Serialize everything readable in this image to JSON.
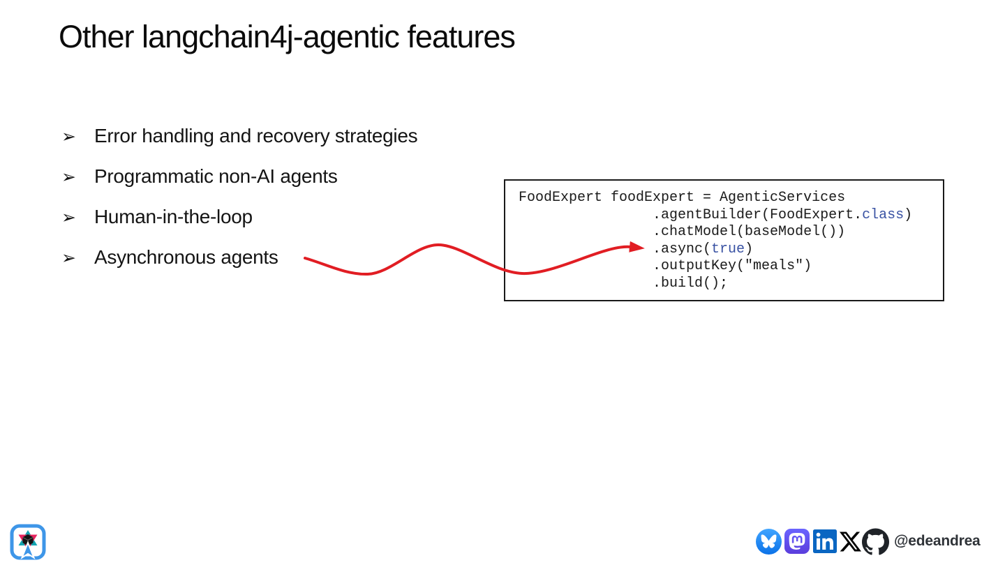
{
  "slide": {
    "title": "Other langchain4j-agentic features",
    "bullet_glyph": "➢",
    "bullets": [
      "Error handling and recovery strategies",
      "Programmatic non-AI agents",
      "Human-in-the-loop",
      "Asynchronous agents"
    ]
  },
  "code_box": {
    "lines": [
      [
        {
          "text": "FoodExpert foodExpert = AgenticServices",
          "style": "plain"
        }
      ],
      [
        {
          "text": "                .agentBuilder(FoodExpert.",
          "style": "plain"
        },
        {
          "text": "class",
          "style": "keyword"
        },
        {
          "text": ")",
          "style": "plain"
        }
      ],
      [
        {
          "text": "                .chatModel(baseModel())",
          "style": "plain"
        }
      ],
      [
        {
          "text": "                .async(",
          "style": "plain"
        },
        {
          "text": "true",
          "style": "keyword"
        },
        {
          "text": ")",
          "style": "plain"
        }
      ],
      [
        {
          "text": "                .outputKey(\"meals\")",
          "style": "plain"
        }
      ],
      [
        {
          "text": "                .build();",
          "style": "plain"
        }
      ]
    ]
  },
  "annotation": {
    "arrow_color": "#e11d23"
  },
  "footer": {
    "handle": "@edeandrea",
    "logo": {
      "name": "dev2next-logo",
      "border_color": "#3e96e8"
    },
    "icons": [
      {
        "name": "bluesky-icon",
        "color": "#1185fe"
      },
      {
        "name": "mastodon-icon",
        "color": "#6364ff"
      },
      {
        "name": "linkedin-icon",
        "color": "#0a66c2"
      },
      {
        "name": "x-icon",
        "color": "#000000"
      },
      {
        "name": "github-icon",
        "color": "#24292f"
      }
    ]
  },
  "colors": {
    "keyword": "#3952a3",
    "code_text": "#1a1a1a",
    "title": "#0b0b0b"
  }
}
